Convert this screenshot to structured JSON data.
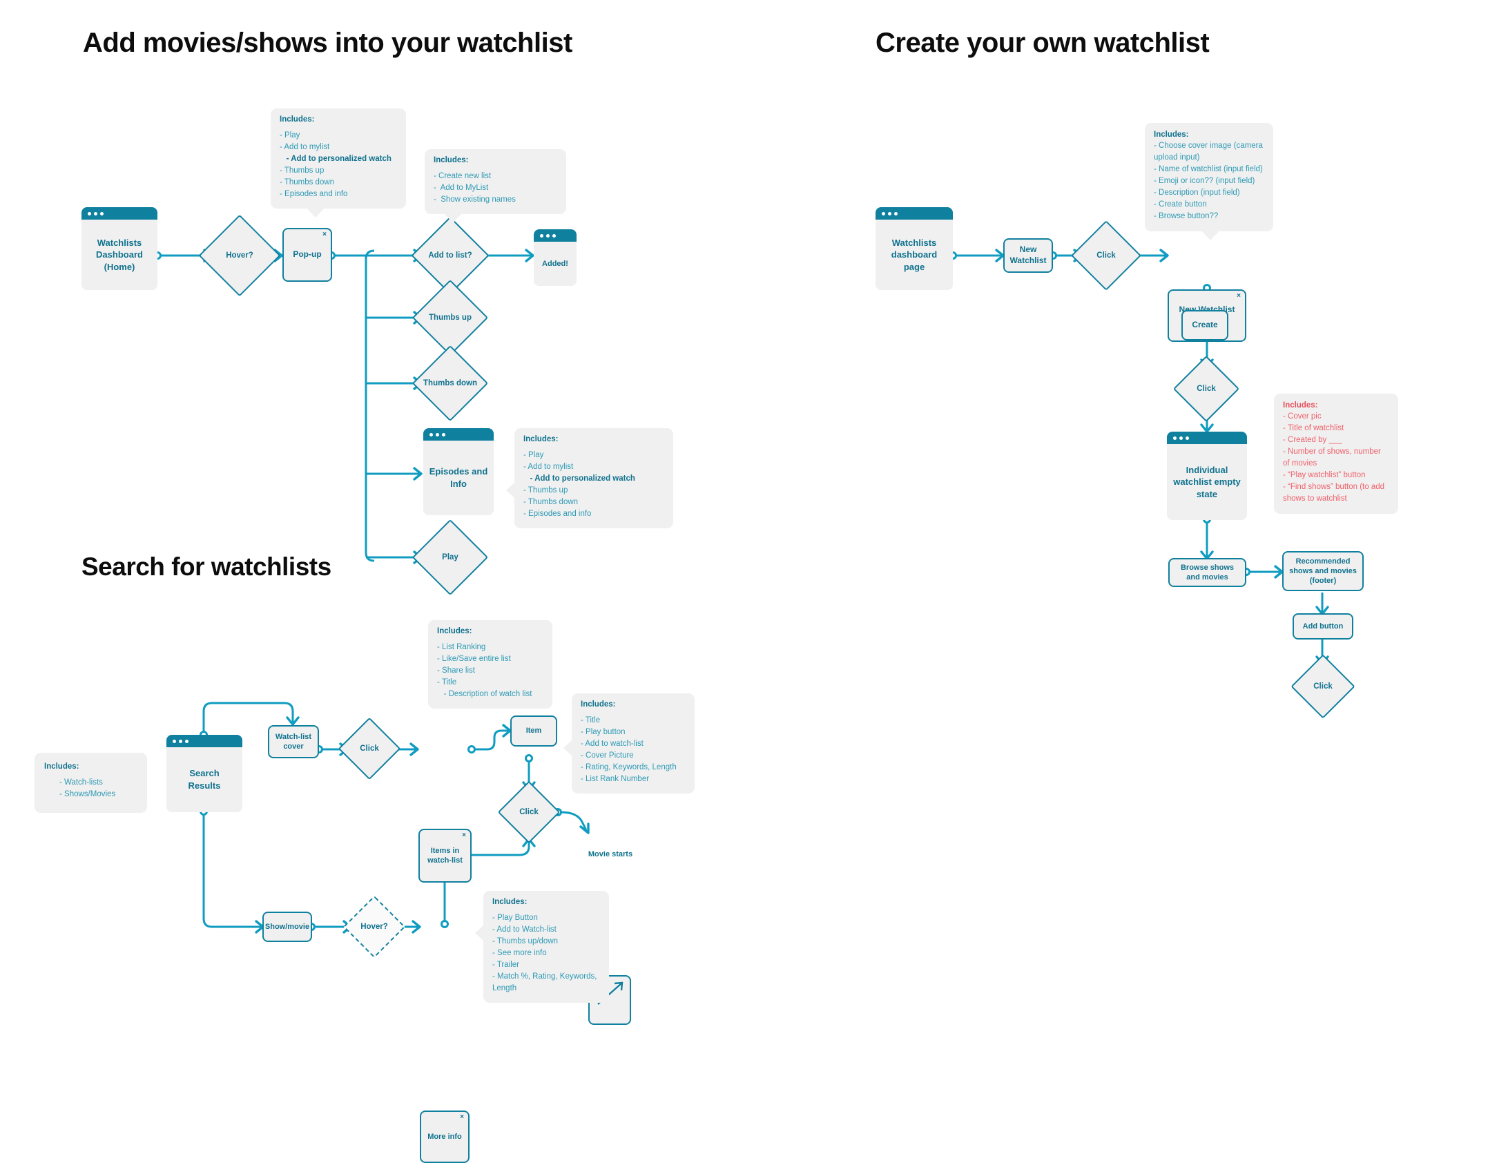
{
  "sections": {
    "add": {
      "title": "Add movies/shows into your watchlist"
    },
    "create": {
      "title": "Create your own watchlist"
    },
    "search": {
      "title": "Search for watchlists"
    }
  },
  "common": {
    "includes_label": "Includes:",
    "close_glyph": "×"
  },
  "notes": {
    "popup": {
      "header": "Includes:",
      "items": [
        "- Play",
        "- Add to mylist",
        "   - Add to personalized watch",
        "- Thumbs up",
        "- Thumbs down",
        "- Episodes and info"
      ],
      "emphasis_index": 2
    },
    "addtolist": {
      "header": "Includes:",
      "items": [
        "- Create new list",
        "-  Add to MyList",
        "-  Show existing names"
      ]
    },
    "episodes": {
      "header": "Includes:",
      "items": [
        "- Play",
        "- Add to mylist",
        "   - Add to personalized watch",
        "- Thumbs up",
        "- Thumbs down",
        "- Episodes and info"
      ],
      "emphasis_index": 2
    },
    "newmodal": {
      "header": "Includes:",
      "items": [
        "- Choose cover image (camera upload input)",
        "- Name of watchlist (input field)",
        "- Emoji or icon?? (input field)",
        "- Description (input field)",
        "- Create button",
        "- Browse button??"
      ]
    },
    "emptystate": {
      "header": "Includes:",
      "items": [
        "- Cover pic",
        "- Title of watchlist",
        "- Created by ___",
        "- Number of shows, number of movies",
        "- “Play watchlist” button",
        "- “Find shows” button (to add shows to watchlist"
      ],
      "color": "#e8505b"
    },
    "watchlistcover": {
      "header": "Includes:",
      "items": [
        "- List Ranking",
        "- Like/Save entire list",
        "- Share list",
        "- Title",
        "   - Description of watch list"
      ]
    },
    "item": {
      "header": "Includes:",
      "items": [
        "- Title",
        "- Play button",
        "- Add to watch-list",
        "- Cover Picture",
        "- Rating, Keywords, Length",
        "- List Rank Number"
      ]
    },
    "searchresults": {
      "header": "Includes:",
      "items": [
        "- Watch-lists",
        "- Shows/Movies"
      ]
    },
    "moreinfo": {
      "header": "Includes:",
      "items": [
        "- Play Button",
        "- Add to Watch-list",
        "- Thumbs up/down",
        "- See more info",
        "- Trailer",
        "- Match %, Rating, Keywords, Length"
      ]
    }
  },
  "nodes": {
    "dashboard_home": "Watchlists\nDashboard\n(Home)",
    "hover1": "Hover?",
    "popup": "Pop-up",
    "add_to_list": "Add to list?",
    "added": "Added!",
    "thumbs_up": "Thumbs up",
    "thumbs_down": "Thumbs down",
    "episodes_info": "Episodes and\nInfo",
    "play": "Play",
    "dashboard_page": "Watchlists\ndashboard page",
    "new_watchlist": "New\nWatchlist",
    "click1": "Click",
    "new_watchlist_modal": "New Watchlist\nmodal",
    "create": "Create",
    "click2": "Click",
    "empty_state": "Individual\nwatchlist empty\nstate",
    "browse_shows": "Browse shows\nand movies",
    "recommended": "Recommended\nshows and movies\n(footer)",
    "add_button": "Add button",
    "click3": "Click",
    "search_results": "Search\nResults",
    "watchlist_cover": "Watch-list\ncover",
    "click4": "Click",
    "items_in_watchlist": "Items in\nwatch-list",
    "item": "Item",
    "click5": "Click",
    "movie_starts": "Movie starts",
    "show_movie": "Show/movie",
    "hover2": "Hover?",
    "more_info": "More info"
  },
  "colors": {
    "accent": "#10809f",
    "line": "#0f9cc0",
    "text_teal": "#10728e",
    "note_bg": "#f0f0f0",
    "note_text": "#2e9ab5",
    "red": "#e8505b",
    "page_bg": "#ffffff"
  }
}
